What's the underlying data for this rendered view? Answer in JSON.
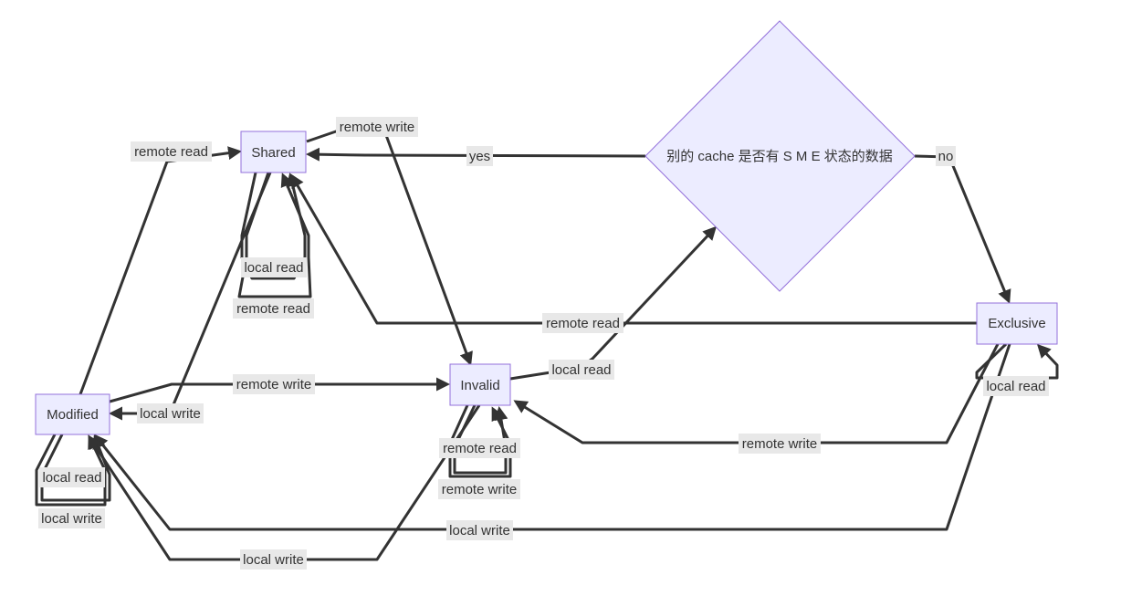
{
  "nodes": {
    "shared": "Shared",
    "modified": "Modified",
    "invalid": "Invalid",
    "exclusive": "Exclusive",
    "decision": "别的 cache 是否有 S M E 状态的数据"
  },
  "edges": {
    "modified_to_shared_remote_read": "remote read",
    "shared_to_invalid_remote_write": "remote write",
    "decision_to_shared_yes": "yes",
    "decision_to_exclusive_no": "no",
    "shared_self_local_read": "local read",
    "shared_self_remote_read": "remote read",
    "exclusive_to_shared_remote_read": "remote read",
    "modified_to_invalid_remote_write": "remote write",
    "invalid_to_decision_local_read": "local read",
    "shared_to_modified_local_write": "local write",
    "exclusive_self_local_read": "local read",
    "invalid_self_remote_read": "remote read",
    "invalid_self_remote_write": "remote write",
    "exclusive_to_invalid_remote_write": "remote write",
    "modified_self_local_read": "local read",
    "modified_self_local_write": "local write",
    "exclusive_to_modified_local_write": "local write",
    "invalid_to_modified_local_write": "local write"
  },
  "colors": {
    "node_fill": "#ececff",
    "node_stroke": "#9370db",
    "edge": "#333333",
    "label_bg": "#e8e8e8"
  }
}
